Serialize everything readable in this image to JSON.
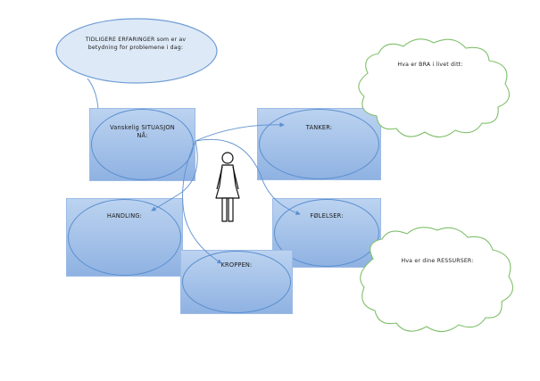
{
  "speech_bubble": {
    "line1": "TIDLIGERE ERFARINGER som er av",
    "line2": "betydning for problemene i dag:"
  },
  "boxes": {
    "situation": {
      "line1": "Vanskelig SITUASJON",
      "line2": "NÅ:"
    },
    "thoughts": "TANKER:",
    "action": "HANDLING:",
    "feelings": "FØLELSER:",
    "body": "KROPPEN:"
  },
  "clouds": {
    "good": "Hva er BRA i livet ditt:",
    "resources": "Hva er dine RESSURSER:"
  },
  "colors": {
    "box_fill_top": "#bcd3f0",
    "box_fill_bottom": "#8fb2e2",
    "oval_stroke": "#5b8fd0",
    "cloud_stroke": "#7fbf6a",
    "speech_fill": "#dde9f6",
    "speech_stroke": "#6f9cd6"
  },
  "icons": {
    "person": "person-icon"
  }
}
